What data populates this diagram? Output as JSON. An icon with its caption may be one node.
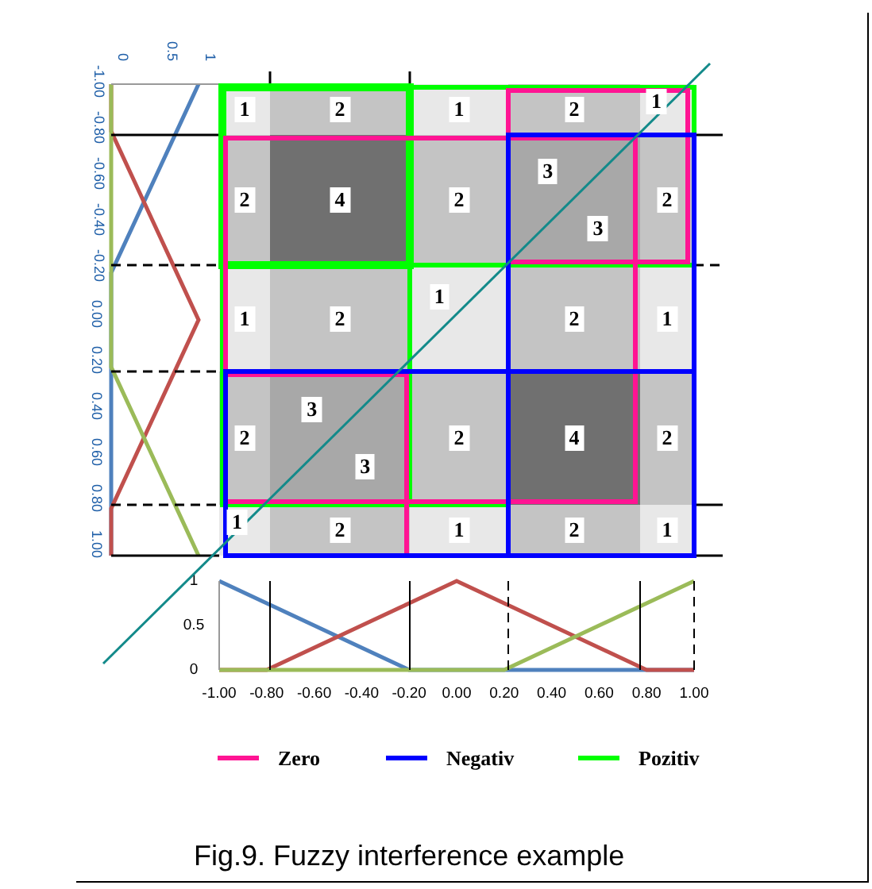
{
  "diagram": {
    "caption": "Fig.9. Fuzzy interference example",
    "nodes": [
      {
        "text": [
          "1"
        ]
      },
      {
        "text": [
          "2"
        ]
      },
      {
        "text": [
          "1"
        ]
      },
      {
        "text": [
          "2"
        ]
      },
      {
        "text": [
          "1"
        ]
      },
      {
        "text": [
          "2"
        ]
      },
      {
        "text": [
          "4"
        ]
      },
      {
        "text": [
          "2"
        ]
      },
      {
        "text": [
          "3",
          "3"
        ]
      },
      {
        "text": [
          "2"
        ]
      },
      {
        "text": [
          "1"
        ]
      },
      {
        "text": [
          "2"
        ]
      },
      {
        "text": [
          "1"
        ]
      },
      {
        "text": [
          "2"
        ]
      },
      {
        "text": [
          "1"
        ]
      },
      {
        "text": [
          "2"
        ]
      },
      {
        "text": [
          "3",
          "3"
        ]
      },
      {
        "text": [
          "2"
        ]
      },
      {
        "text": [
          "4"
        ]
      },
      {
        "text": [
          "2"
        ]
      },
      {
        "text": [
          "1"
        ]
      },
      {
        "text": [
          "2"
        ]
      },
      {
        "text": [
          "1"
        ]
      },
      {
        "text": [
          "2"
        ]
      },
      {
        "text": [
          "1"
        ]
      }
    ],
    "labels": [
      "0",
      "0.5",
      "1",
      "-1.00",
      "-0.80",
      "-0.60",
      "-0.40",
      "-0.20",
      "0.00",
      "0.20",
      "0.40",
      "0.60",
      "0.80",
      "1.00"
    ],
    "legend": [
      {
        "text": "Zero",
        "color": "#ff1493"
      },
      {
        "text": "Negativ",
        "color": "#0000ff"
      },
      {
        "text": "Pozitiv",
        "color": "#00ff00"
      }
    ],
    "chart_data": {
      "type": "line",
      "x": [
        -1,
        -0.8,
        -0.6,
        -0.4,
        -0.2,
        0,
        0.2,
        0.4,
        0.6,
        0.8,
        1
      ],
      "xlim": [
        -1,
        1
      ],
      "ylim": [
        0,
        1
      ],
      "xticks": [
        {
          "value": -1,
          "label": "-1.00"
        },
        {
          "value": -0.8,
          "label": "-0.80"
        },
        {
          "value": -0.6,
          "label": "-0.60"
        },
        {
          "value": -0.4,
          "label": "-0.40"
        },
        {
          "value": -0.2,
          "label": "-0.20"
        },
        {
          "value": 0,
          "label": "0.00"
        },
        {
          "value": 0.2,
          "label": "0.20"
        },
        {
          "value": 0.4,
          "label": "0.40"
        },
        {
          "value": 0.6,
          "label": "0.60"
        },
        {
          "value": 0.8,
          "label": "0.80"
        },
        {
          "value": 1,
          "label": "1.00"
        }
      ],
      "yticks": [
        0,
        0.5,
        1
      ],
      "series": [
        {
          "color": "#4f81bd",
          "values": [
            1,
            0.75,
            0.5,
            0.25,
            0,
            0,
            0,
            0,
            0,
            0,
            0
          ]
        },
        {
          "color": "#c0504d",
          "values": [
            0,
            0,
            0.25,
            0.5,
            0.75,
            1,
            0.75,
            0.5,
            0.25,
            0,
            0
          ]
        },
        {
          "color": "#9bbb59",
          "values": [
            0,
            0,
            0,
            0,
            0,
            0,
            0,
            0.25,
            0.5,
            0.75,
            1
          ]
        }
      ]
    }
  }
}
